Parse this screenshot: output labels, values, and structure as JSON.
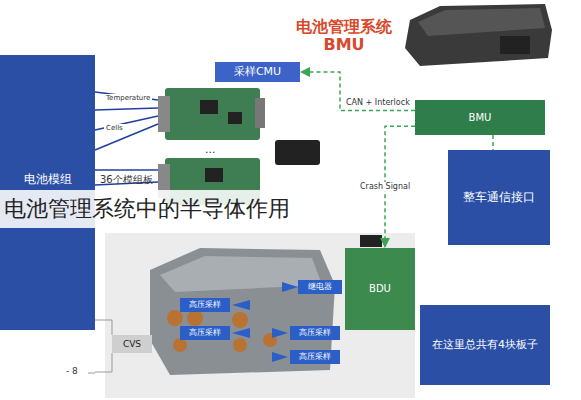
{
  "diagram": {
    "title": "电池管理系统中的半导体作用",
    "nodes": [
      {
        "text": [
          "电池模组"
        ]
      },
      {
        "text": [
          "采样CMU"
        ]
      },
      {
        "text": [
          "BMU"
        ]
      },
      {
        "text": [
          "整车通信接口"
        ]
      },
      {
        "text": [
          "继电器"
        ]
      },
      {
        "text": [
          "高压采样"
        ]
      },
      {
        "text": [
          "高压采样"
        ]
      },
      {
        "text": [
          "高压采样"
        ]
      },
      {
        "text": [
          "高压采样"
        ]
      },
      {
        "text": [
          "CVS"
        ]
      },
      {
        "text": [
          "BDU"
        ]
      },
      {
        "text": [
          "在这里总共有4块板子"
        ]
      }
    ],
    "edges": [
      {
        "from": 2,
        "to": 1,
        "arrow": "to",
        "label": "CAN + Interlock"
      },
      {
        "from": 2,
        "to": 10,
        "arrow": "to",
        "label": "Crash Signal"
      },
      {
        "from": 2,
        "to": 3,
        "arrow": "none"
      }
    ],
    "labels": [
      "电池管理系统 BMU",
      "Temperature",
      "Cells",
      "...",
      "36个模组板",
      "- 8"
    ]
  }
}
